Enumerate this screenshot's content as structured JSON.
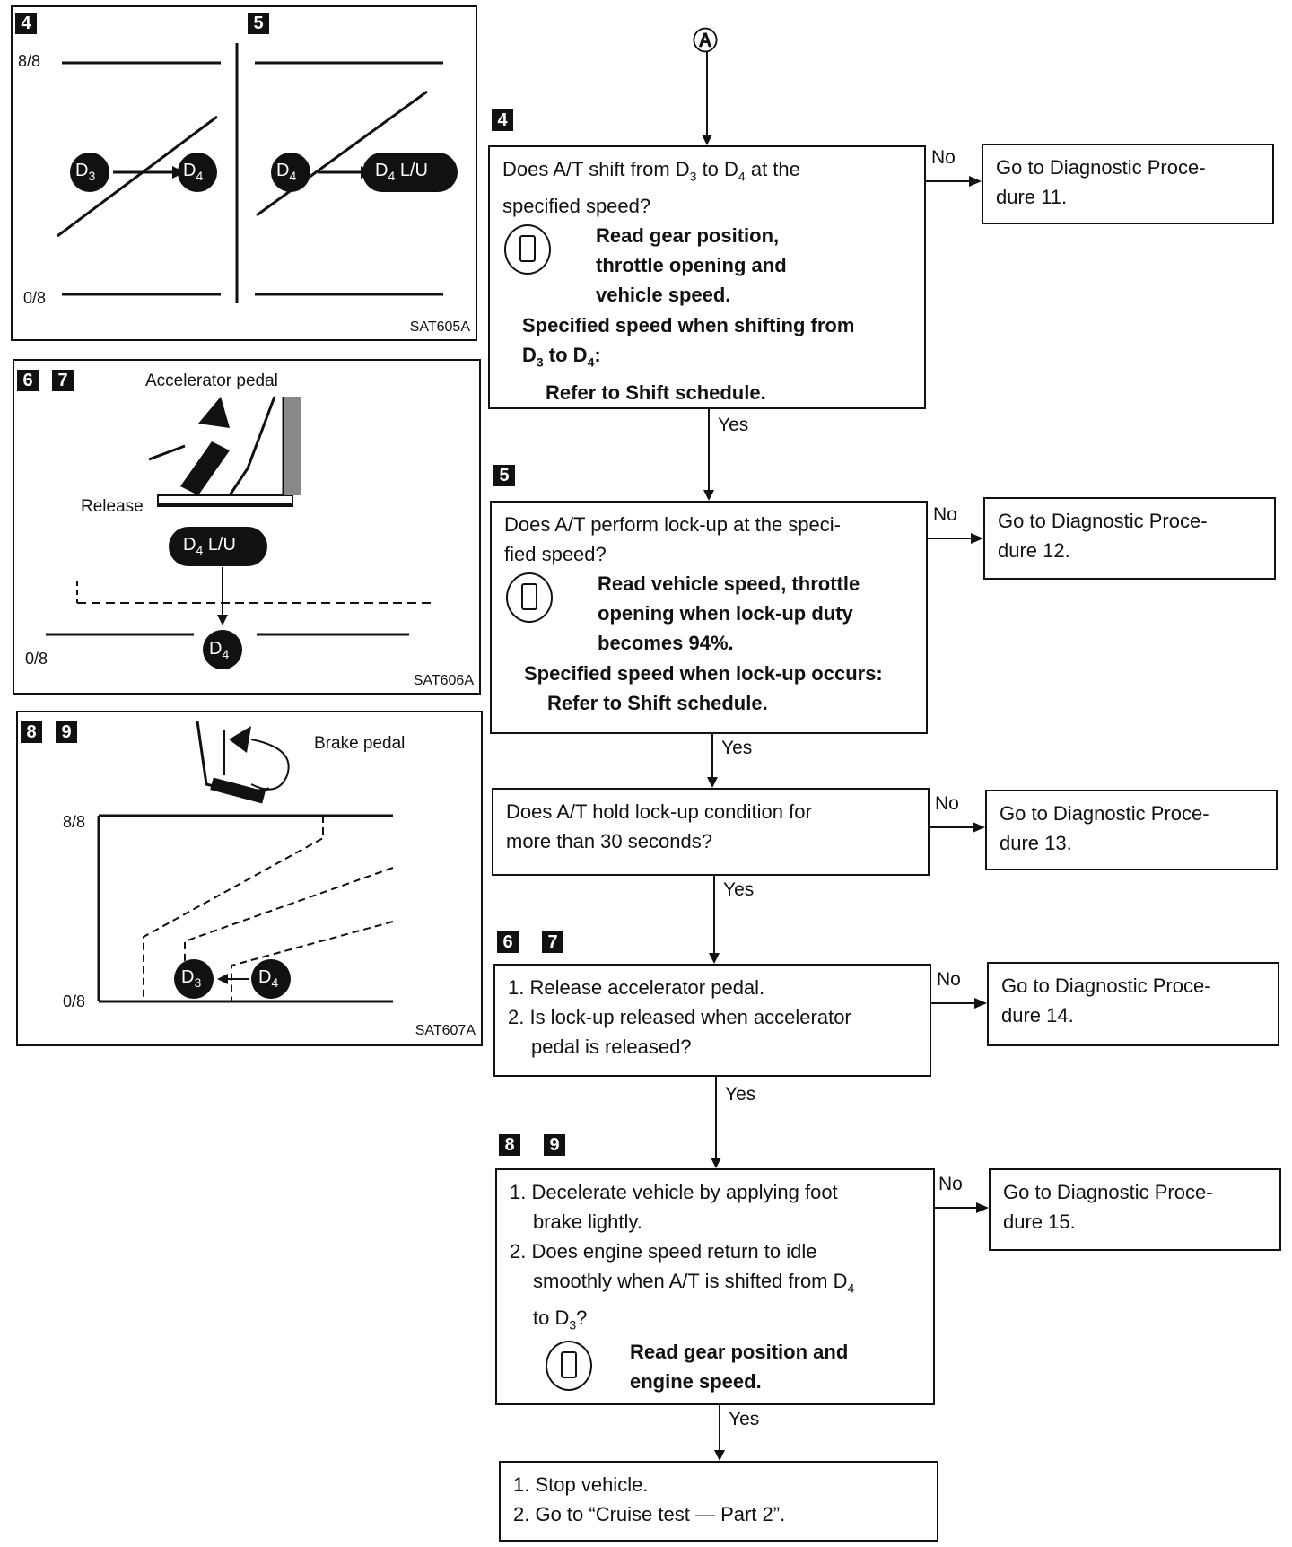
{
  "connector": {
    "symbol": "Ⓐ"
  },
  "steps": {
    "s4": "4",
    "s5": "5",
    "s6": "6",
    "s7": "7",
    "s8": "8",
    "s9": "9"
  },
  "panels": {
    "p45": {
      "label_top": "8/8",
      "label_bottom": "0/8",
      "d_left_a": "D",
      "d_left_a_sub": "3",
      "d_left_b": "D",
      "d_left_b_sub": "4",
      "d_right_a": "D",
      "d_right_a_sub": "4",
      "d_right_b": "D",
      "d_right_b_sub": "4",
      "d_right_b_suffix": "L/U",
      "code": "SAT605A"
    },
    "p67": {
      "title": "Accelerator pedal",
      "release": "Release",
      "d_top": "D",
      "d_top_sub": "4",
      "d_top_suffix": "L/U",
      "d_bottom": "D",
      "d_bottom_sub": "4",
      "label_bottom": "0/8",
      "code": "SAT606A"
    },
    "p89": {
      "title": "Brake pedal",
      "label_top": "8/8",
      "label_bottom": "0/8",
      "d_a": "D",
      "d_a_sub": "3",
      "d_b": "D",
      "d_b_sub": "4",
      "code": "SAT607A"
    }
  },
  "flow": {
    "q4": {
      "line1a": "Does A/T shift from D",
      "line1sub1": "3",
      "line1b": " to D",
      "line1sub2": "4",
      "line1c": " at the",
      "line2": "specified speed?",
      "read1": "Read gear position,",
      "read2": "throttle opening and",
      "read3": "vehicle speed.",
      "spec1": "Specified speed when shifting from",
      "spec2a": "D",
      "spec2sub1": "3",
      "spec2b": " to D",
      "spec2sub2": "4",
      "spec2c": ":",
      "spec3": "Refer to Shift schedule."
    },
    "q5": {
      "line1": "Does A/T perform lock-up at the speci-",
      "line2": "fied speed?",
      "read1": "Read vehicle speed, throttle",
      "read2": "opening when lock-up duty",
      "read3": "becomes 94%.",
      "spec1": "Specified speed when lock-up occurs:",
      "spec2": "Refer to Shift schedule."
    },
    "q_hold": {
      "line1": "Does A/T hold lock-up condition for",
      "line2": "more than 30 seconds?"
    },
    "q67": {
      "line1": "1. Release accelerator pedal.",
      "line2": "2. Is lock-up released when accelerator",
      "line3": "pedal is released?"
    },
    "q89": {
      "line1": "1. Decelerate vehicle by applying foot",
      "line2": "brake lightly.",
      "line3": "2. Does engine speed return to idle",
      "line4a": "smoothly when A/T is shifted from D",
      "line4sub": "4",
      "line5a": "to D",
      "line5sub": "3",
      "line5b": "?",
      "read1": "Read gear position and",
      "read2": "engine speed."
    },
    "final": {
      "line1": "1. Stop vehicle.",
      "line2": "2. Go to “Cruise test — Part 2”."
    },
    "no_label": "No",
    "yes_label": "Yes",
    "go": [
      {
        "line1": "Go to Diagnostic Proce-",
        "line2": "dure 11."
      },
      {
        "line1": "Go to Diagnostic Proce-",
        "line2": "dure 12."
      },
      {
        "line1": "Go to Diagnostic Proce-",
        "line2": "dure 13."
      },
      {
        "line1": "Go to Diagnostic Proce-",
        "line2": "dure 14."
      },
      {
        "line1": "Go to Diagnostic Proce-",
        "line2": "dure 15."
      }
    ]
  }
}
